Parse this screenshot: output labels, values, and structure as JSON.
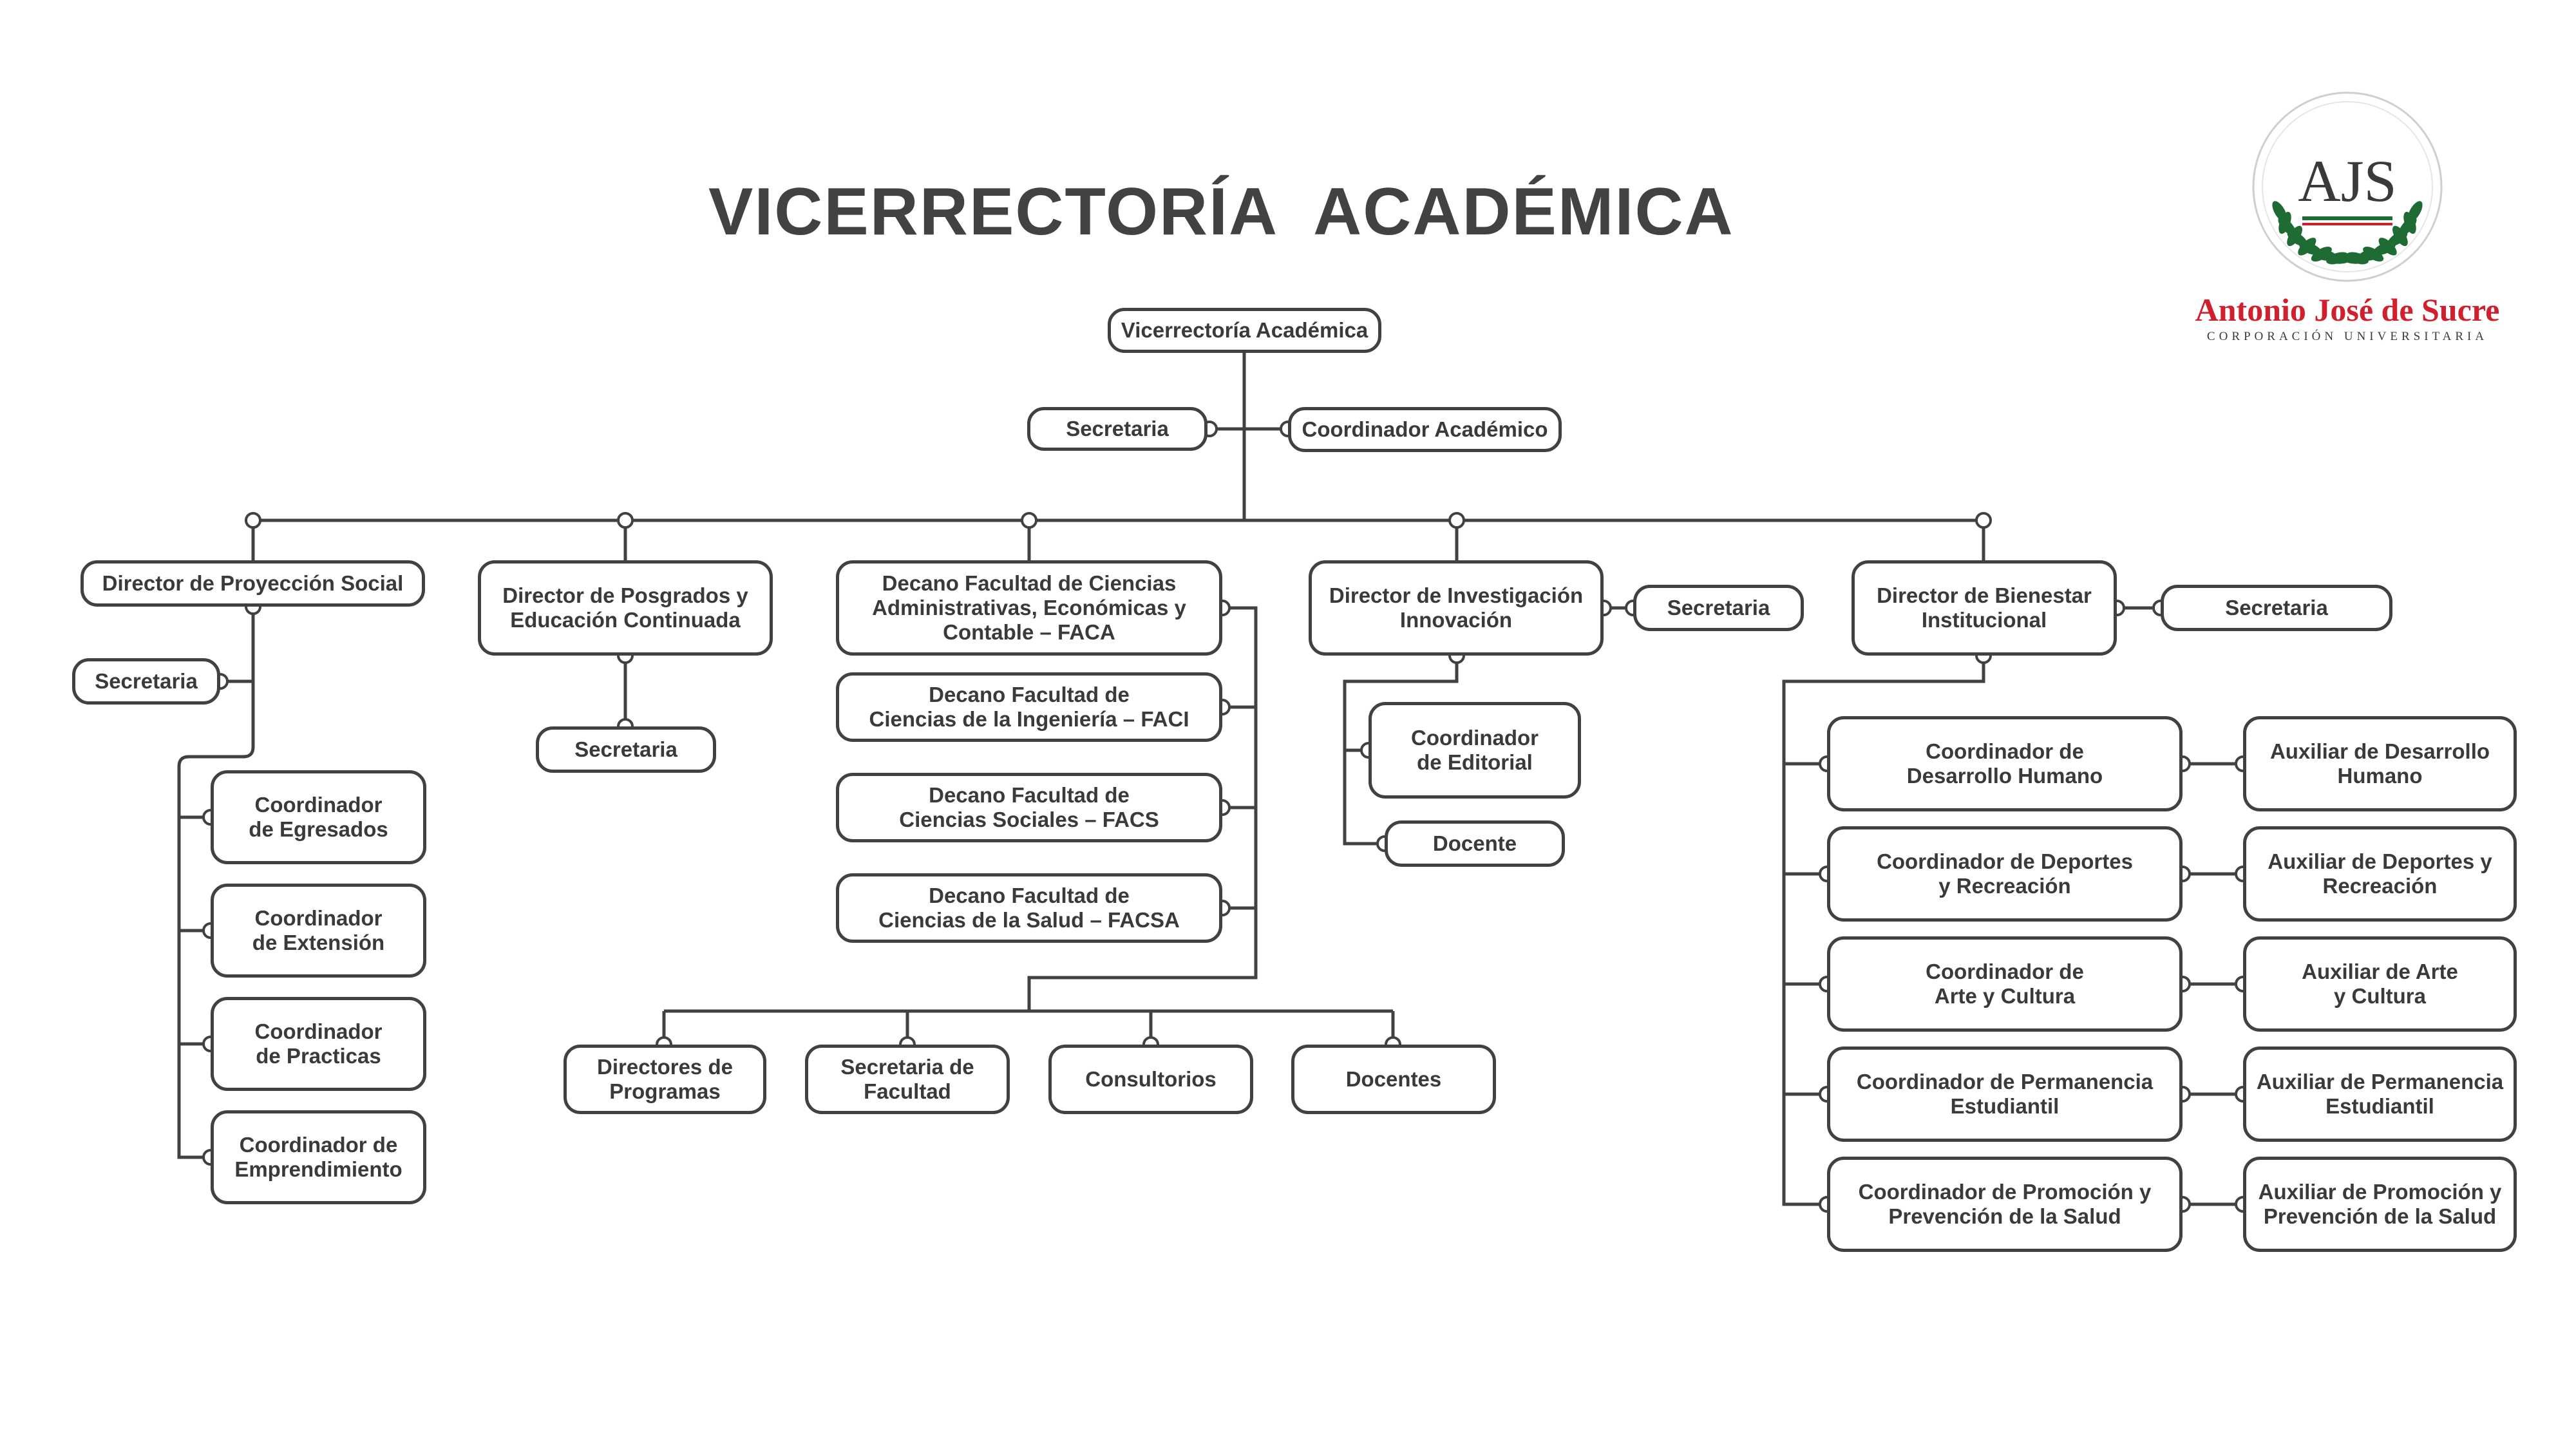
{
  "title": "VICERRECTORÍA  ACADÉMICA",
  "logo": {
    "monogram": "AJS",
    "name": "Antonio José de Sucre",
    "subtitle": "CORPORACIÓN UNIVERSITARIA",
    "colors": {
      "green": "#1f6b34",
      "red": "#d0202e"
    }
  },
  "colors": {
    "line": "#414141",
    "text": "#3a3a3a"
  },
  "nodes": {
    "root": "Vicerrectoría Académica",
    "secretaria_root": "Secretaria",
    "coord_academico": "Coordinador Académico",
    "dir_proyeccion": "Director de Proyección Social",
    "sec_proyeccion": "Secretaria",
    "coord_egresados": "Coordinador\nde Egresados",
    "coord_extension": "Coordinador\nde Extensión",
    "coord_practicas": "Coordinador\nde Practicas",
    "coord_emprendimiento": "Coordinador de\nEmprendimiento",
    "dir_posgrados": "Director de Posgrados y\nEducación Continuada",
    "sec_posgrados": "Secretaria",
    "decano_faca": "Decano Facultad de Ciencias\nAdministrativas, Económicas y\nContable – FACA",
    "decano_faci": "Decano Facultad de\nCiencias de la Ingeniería – FACI",
    "decano_facs": "Decano Facultad de\nCiencias Sociales – FACS",
    "decano_facsa": "Decano Facultad de\nCiencias de la Salud – FACSA",
    "directores_programas": "Directores de\nProgramas",
    "secretaria_facultad": "Secretaria de\nFacultad",
    "consultorios": "Consultorios",
    "docentes": "Docentes",
    "dir_investigacion": "Director de Investigación\nInnovación",
    "sec_investigacion": "Secretaria",
    "coord_editorial": "Coordinador\nde Editorial",
    "docente": "Docente",
    "dir_bienestar": "Director de Bienestar\nInstitucional",
    "sec_bienestar": "Secretaria",
    "coord_desarrollo": "Coordinador de\nDesarrollo Humano",
    "aux_desarrollo": "Auxiliar de Desarrollo\nHumano",
    "coord_deportes": "Coordinador de Deportes\ny Recreación",
    "aux_deportes": "Auxiliar de Deportes y\nRecreación",
    "coord_arte": "Coordinador de\nArte y Cultura",
    "aux_arte": "Auxiliar de Arte\ny Cultura",
    "coord_permanencia": "Coordinador de Permanencia\nEstudiantil",
    "aux_permanencia": "Auxiliar de Permanencia\nEstudiantil",
    "coord_promocion": "Coordinador de Promoción y\nPrevención de la Salud",
    "aux_promocion": "Auxiliar de Promoción y\nPrevención de la Salud"
  }
}
